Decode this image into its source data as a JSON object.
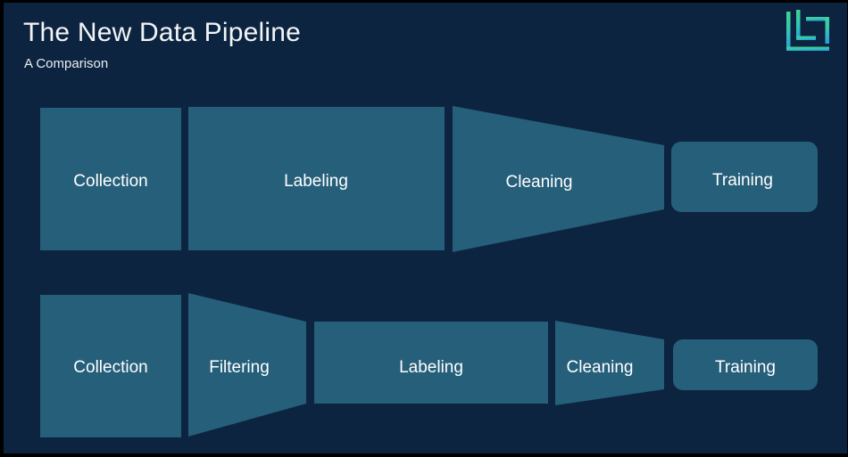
{
  "slide": {
    "title": "The New Data Pipeline",
    "subtitle": "A Comparison",
    "background_color": "#0d2440",
    "shape_fill": "#265f7a",
    "text_color": "#ffffff",
    "logo": {
      "icon_name": "bracket-logo-icon",
      "gradient_from": "#3fd18a",
      "gradient_to": "#29a8d8"
    }
  },
  "diagram": {
    "rows": [
      {
        "name": "pipeline-row-old",
        "stages": [
          {
            "label": "Collection",
            "shape": "rectangle"
          },
          {
            "label": "Labeling",
            "shape": "rectangle"
          },
          {
            "label": "Cleaning",
            "shape": "trapezoid"
          },
          {
            "label": "Training",
            "shape": "rounded-rectangle"
          }
        ]
      },
      {
        "name": "pipeline-row-new",
        "stages": [
          {
            "label": "Collection",
            "shape": "rectangle"
          },
          {
            "label": "Filtering",
            "shape": "trapezoid"
          },
          {
            "label": "Labeling",
            "shape": "rectangle"
          },
          {
            "label": "Cleaning",
            "shape": "trapezoid"
          },
          {
            "label": "Training",
            "shape": "rounded-rectangle"
          }
        ]
      }
    ]
  }
}
